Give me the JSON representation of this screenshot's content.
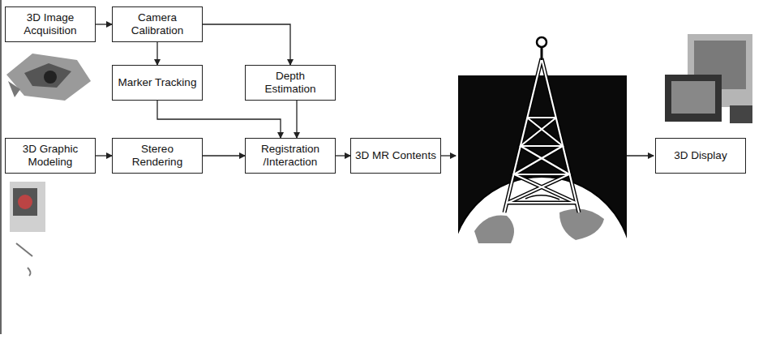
{
  "diagram": {
    "nodes": [
      {
        "text": [
          "3D Image Acquisition"
        ]
      },
      {
        "text": [
          "Camera Calibration"
        ]
      },
      {
        "text": [
          "Marker Tracking"
        ]
      },
      {
        "text": [
          "Depth Estimation"
        ]
      },
      {
        "text": [
          "3D Graphic Modeling"
        ]
      },
      {
        "text": [
          "Stereo Rendering"
        ]
      },
      {
        "text": [
          "Registration /Interaction"
        ]
      },
      {
        "text": [
          "3D MR Contents"
        ]
      },
      {
        "text": [
          "3D Display"
        ]
      }
    ],
    "edges": [
      {
        "from": 0,
        "to": 1,
        "arrow": "to"
      },
      {
        "from": 1,
        "to": 2,
        "arrow": "to"
      },
      {
        "from": 1,
        "to": 3,
        "arrow": "to"
      },
      {
        "from": 2,
        "to": 6,
        "arrow": "to"
      },
      {
        "from": 3,
        "to": 6,
        "arrow": "to"
      },
      {
        "from": 4,
        "to": 5,
        "arrow": "to"
      },
      {
        "from": 5,
        "to": 6,
        "arrow": "to"
      },
      {
        "from": 6,
        "to": 7,
        "arrow": "to"
      }
    ]
  }
}
